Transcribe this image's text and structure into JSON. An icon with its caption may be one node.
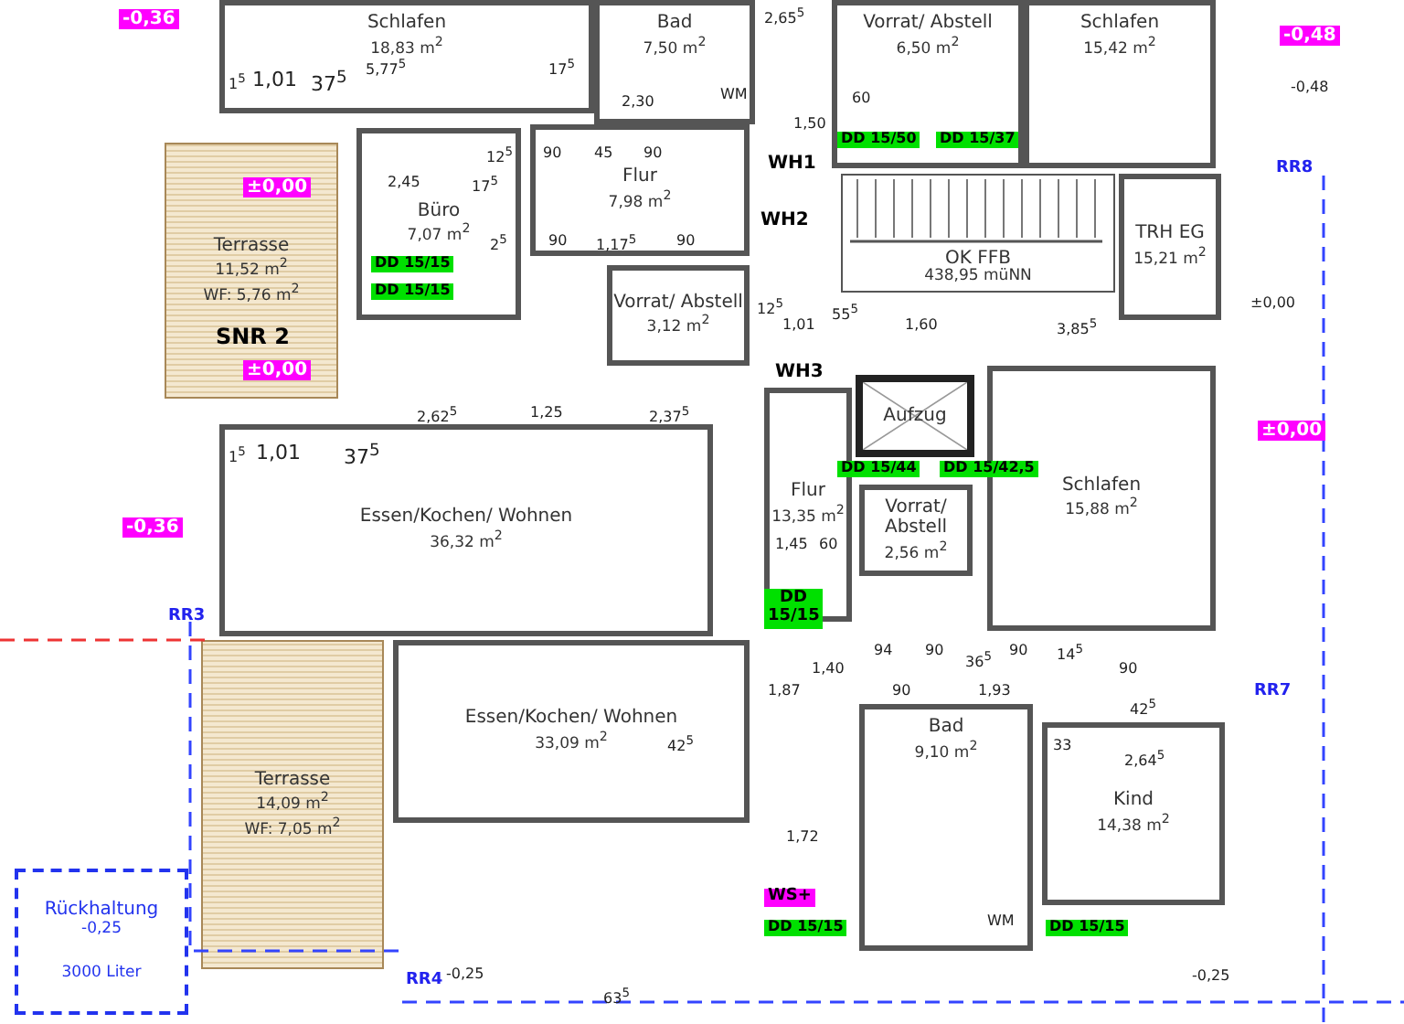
{
  "diagram": {
    "nodes": [
      {
        "text": [
          "Schlafen",
          "18,83 m$^{2}$"
        ]
      },
      {
        "text": [
          "Bad",
          "7,50 m$^{2}$"
        ]
      },
      {
        "text": [
          "Vorrat/ Abstell",
          "6,50 m$^{2}$"
        ]
      },
      {
        "text": [
          "Schlafen",
          "15,42 m$^{2}$"
        ]
      },
      {
        "text": [
          "Terrasse",
          "11,52 m$^{2}$",
          "WF: 5,76 m$^{2}$"
        ]
      },
      {
        "text": [
          "Büro",
          "7,07 m$^{2}$"
        ]
      },
      {
        "text": [
          "Flur",
          "7,98 m$^{2}$"
        ]
      },
      {
        "text": [
          "OK FFB",
          "438,95 müNN"
        ]
      },
      {
        "text": [
          "TRH EG",
          "15,21 m$^{2}$"
        ]
      },
      {
        "text": [
          "Vorrat/ Abstell",
          "3,12 m$^{2}$"
        ]
      },
      {
        "text": [
          "Essen/Kochen/ Wohnen",
          "36,32 m$^{2}$"
        ]
      },
      {
        "text": [
          "Flur",
          "13,35 m$^{2}$"
        ]
      },
      {
        "text": [
          "Aufzug"
        ]
      },
      {
        "text": [
          "Schlafen",
          "15,88 m$^{2}$"
        ]
      },
      {
        "text": [
          "Vorrat/ Abstell",
          "2,56 m$^{2}$"
        ]
      },
      {
        "text": [
          "Terrasse",
          "14,09 m$^{2}$",
          "WF: 7,05 m$^{2}$"
        ]
      },
      {
        "text": [
          "Essen/Kochen/ Wohnen",
          "33,09 m$^{2}$"
        ]
      },
      {
        "text": [
          "Bad",
          "9,10 m$^{2}$"
        ]
      },
      {
        "text": [
          "Kind",
          "14,38 m$^{2}$"
        ]
      },
      {
        "text": [
          "Rückhaltung",
          "-0,25",
          "3000 Liter"
        ]
      }
    ],
    "labels": [
      "-0,36",
      "5,77$^{5}$",
      "17$^{5}$",
      "2,30",
      "2,65$^{5}$",
      "-0,48",
      "1$^{5}$",
      "1,01",
      "37$^{5}$",
      "WM",
      "-0,48",
      "60",
      "1,50",
      "DD 15/50",
      "DD 15/37",
      "12$^{5}$",
      "90",
      "45",
      "90",
      "WH1",
      "RR8",
      "±0,00",
      "2,45",
      "17$^{5}$",
      "WH2",
      "2$^{5}$",
      "90",
      "1,17$^{5}$",
      "90",
      "DD 15/15",
      "DD 15/15",
      "12$^{5}$",
      "±0,00",
      "1,01",
      "55$^{5}$",
      "1,60",
      "3,85$^{5}$",
      "SNR 2",
      "±0,00",
      "WH3",
      "2,62$^{5}$",
      "1,25",
      "2,37$^{5}$",
      "±0,00",
      "1$^{5}$",
      "1,01",
      "37$^{5}$",
      "DD 15/44",
      "DD 15/42,5",
      "-0,36",
      "1,45",
      "60",
      "DD 15/15",
      "RR3",
      "94",
      "90",
      "36$^{5}$",
      "90",
      "14$^{5}$",
      "1,40",
      "90",
      "1,87",
      "90",
      "1,93",
      "RR7",
      "42$^{5}$",
      "42$^{5}$",
      "33",
      "2,64$^{5}$",
      "1,72",
      "WS+",
      "WM",
      "DD 15/15",
      "DD 15/15",
      "RR4",
      "-0,25",
      "63$^{5}$",
      "-0,25"
    ]
  }
}
